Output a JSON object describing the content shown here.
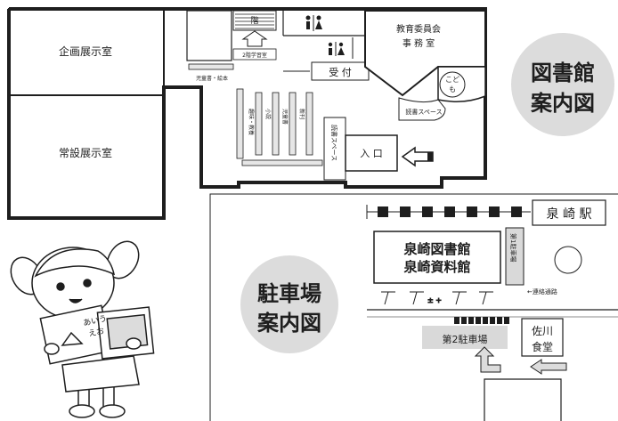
{
  "library_map": {
    "title_line1": "図書館",
    "title_line2": "案内図",
    "rooms": {
      "planning_exhibition": "企画展示室",
      "permanent_exhibition": "常設展示室",
      "board_of_education_line1": "教育委員会",
      "board_of_education_line2": "事 務 室",
      "reception": "受 付",
      "entrance": "入 口",
      "kids_line1": "こど",
      "kids_line2": "も",
      "reading_space_right": "読書スペース",
      "reading_space_vertical": "読書スペース",
      "stairs_label": "階",
      "second_floor_meeting": "2階学習室",
      "children_books": "児童書・絵本",
      "shelf_labels": [
        "趣味・教養",
        "小説",
        "児童書",
        "新刊"
      ]
    }
  },
  "parking_map": {
    "title_line1": "駐車場",
    "title_line2": "案内図",
    "station": "泉 崎 駅",
    "library_line1": "泉崎図書館",
    "library_line2": "泉崎資料館",
    "lot1": "第1駐車場",
    "lot2": "第2駐車場",
    "passage_label": "←連絡通路",
    "restaurant_line1": "佐川",
    "restaurant_line2": "食堂",
    "book_text_line1": "あいう",
    "book_text_line2": "えお"
  },
  "colors": {
    "line": "#1e1e1e",
    "badge_fill": "#dcdcdc",
    "road_fill": "#d9d9d9",
    "shelf_fill": "#e6e6e6"
  }
}
